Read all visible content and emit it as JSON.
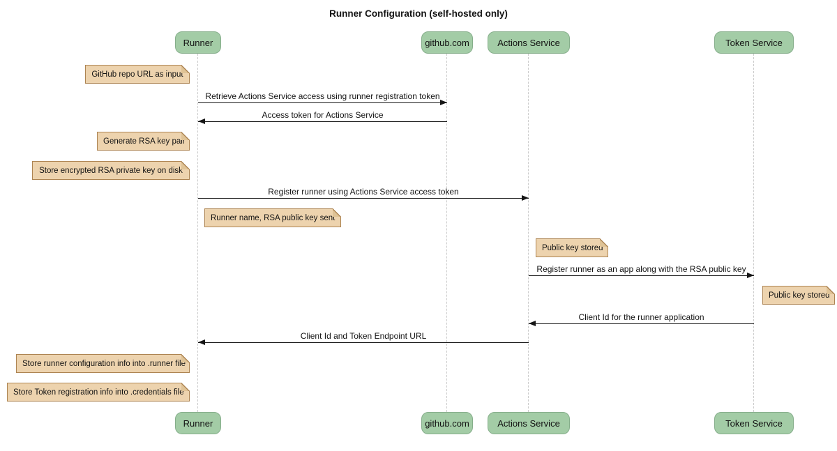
{
  "title": "Runner Configuration (self-hosted only)",
  "participants": [
    {
      "name": "Runner"
    },
    {
      "name": "github.com"
    },
    {
      "name": "Actions Service"
    },
    {
      "name": "Token Service"
    }
  ],
  "messages": [
    {
      "from": "Runner",
      "to": "github.com",
      "label": "Retrieve Actions Service access using runner registration token"
    },
    {
      "from": "github.com",
      "to": "Runner",
      "label": "Access token for Actions Service"
    },
    {
      "from": "Runner",
      "to": "Actions Service",
      "label": "Register runner using Actions Service access token"
    },
    {
      "from": "Actions Service",
      "to": "Token Service",
      "label": "Register runner as an app along with the RSA public key"
    },
    {
      "from": "Token Service",
      "to": "Actions Service",
      "label": "Client Id for the runner application"
    },
    {
      "from": "Actions Service",
      "to": "Runner",
      "label": "Client Id and Token Endpoint URL"
    }
  ],
  "notes": [
    {
      "position": "left of Runner",
      "label": "GitHub repo URL as input"
    },
    {
      "position": "left of Runner",
      "label": "Generate RSA key pair"
    },
    {
      "position": "left of Runner",
      "label": "Store encrypted RSA private key on disk"
    },
    {
      "position": "right of Runner",
      "label": "Runner name, RSA public key sent"
    },
    {
      "position": "right of Actions Service",
      "label": "Public key stored"
    },
    {
      "position": "right of Token Service",
      "label": "Public key stored"
    },
    {
      "position": "left of Runner",
      "label": "Store runner configuration info into .runner file"
    },
    {
      "position": "left of Runner",
      "label": "Store Token registration info into .credentials file"
    }
  ],
  "colors": {
    "participant_fill": "#A3CCA6",
    "participant_border": "#86AE8B",
    "note_fill": "#EDD3AE",
    "note_border": "#AD8452",
    "note_fold": "#DFC396",
    "lifeline": "#CBCBCB",
    "arrow": "#161616",
    "text": "#131313",
    "background": "#FFFFFF"
  }
}
